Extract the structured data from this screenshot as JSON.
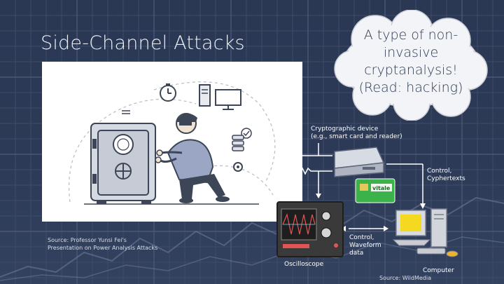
{
  "slide": {
    "title": "Side-Channel Attacks",
    "cloud_text": "A type of non-invasive cryptanalysis! (Read: hacking)",
    "source_left": "Source: Professor Yunsi Fei's Presentation on Power Analysis Attacks",
    "source_right": "Source: WildMedia"
  },
  "diagram": {
    "crypto_device": {
      "line1": "Cryptographic device",
      "line2": "(e.g., smart card and reader)"
    },
    "control_cyphertexts": {
      "line1": "Control,",
      "line2": "Cyphertexts"
    },
    "control_waveform": {
      "line1": "Control,",
      "line2": "Waveform",
      "line3": "data"
    },
    "oscilloscope": "Oscilloscope",
    "computer": "Computer",
    "smartcard_label": "vitale"
  },
  "colors": {
    "background": "#2a3854",
    "accent_green": "#3cb34a",
    "cloud": "#f3f4f7",
    "title": "#eef2f8"
  },
  "icons": [
    "clock-icon",
    "server-icon",
    "monitor-icon",
    "checkmark-icon",
    "database-icon",
    "gear-icon",
    "safe-icon",
    "hacker-figure"
  ]
}
